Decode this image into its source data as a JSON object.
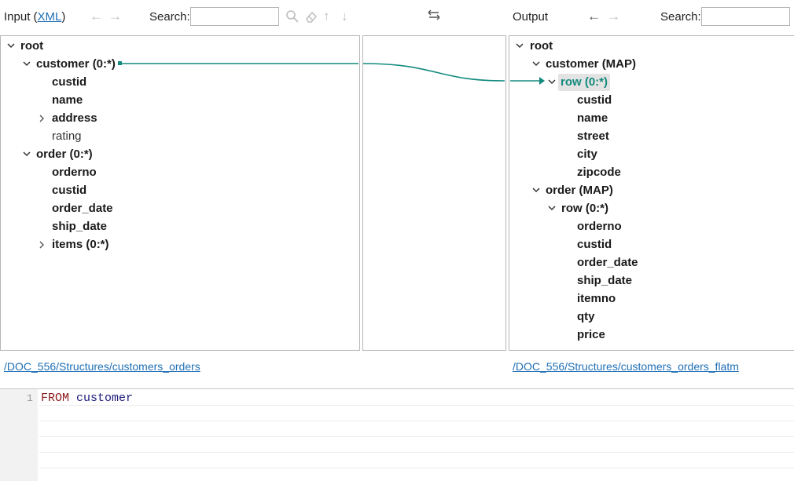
{
  "header": {
    "input_label": "Input (",
    "input_format": "XML",
    "input_close": ")",
    "search_label_left": "Search:",
    "search_value_left": "",
    "output_label": "Output",
    "search_label_right": "Search:",
    "search_value_right": ""
  },
  "input_tree": {
    "root": "root",
    "customer": "customer (0:*)",
    "custid": "custid",
    "name": "name",
    "address": "address",
    "rating": "rating",
    "order": "order (0:*)",
    "orderno": "orderno",
    "custid2": "custid",
    "order_date": "order_date",
    "ship_date": "ship_date",
    "items": "items (0:*)"
  },
  "output_tree": {
    "root": "root",
    "customer": "customer (MAP)",
    "row": "row (0:*)",
    "custid": "custid",
    "name": "name",
    "street": "street",
    "city": "city",
    "zipcode": "zipcode",
    "order": "order (MAP)",
    "row2": "row (0:*)",
    "orderno": "orderno",
    "custid2": "custid",
    "order_date": "order_date",
    "ship_date": "ship_date",
    "itemno": "itemno",
    "qty": "qty",
    "price": "price"
  },
  "footer": {
    "input_path": "/DOC_556/Structures/customers_orders",
    "output_path": "/DOC_556/Structures/customers_orders_flatm"
  },
  "editor": {
    "line_number": "1",
    "keyword": "FROM",
    "identifier": "customer"
  },
  "colors": {
    "mapping_line": "#138a7d",
    "link": "#1f6fb5"
  },
  "icons": {
    "back": "arrow-left-icon",
    "forward": "arrow-right-icon",
    "swap": "swap-icon",
    "search": "magnifier-icon",
    "clear": "eraser-icon",
    "up": "arrow-up-icon",
    "down": "arrow-down-icon"
  }
}
